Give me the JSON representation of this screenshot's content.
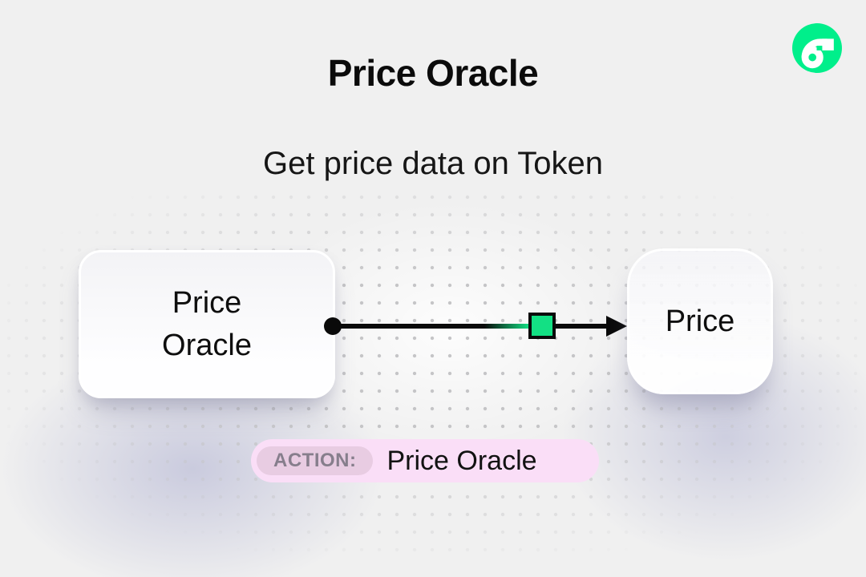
{
  "page": {
    "title": "Price Oracle",
    "subtitle": "Get price data on Token"
  },
  "brand": {
    "logo": "flow-logo",
    "logo_color": "#00EF8B"
  },
  "diagram": {
    "source_node": {
      "label": "Price Oracle"
    },
    "target_node": {
      "label": "Price"
    },
    "connector": {
      "marker_color": "#13E084",
      "line_color": "#0A0A0A"
    }
  },
  "action_badge": {
    "label": "ACTION:",
    "value": "Price Oracle",
    "bg_color": "#FADEF7",
    "label_bg_color": "#E8CCE2",
    "label_text_color": "#867E8C"
  }
}
